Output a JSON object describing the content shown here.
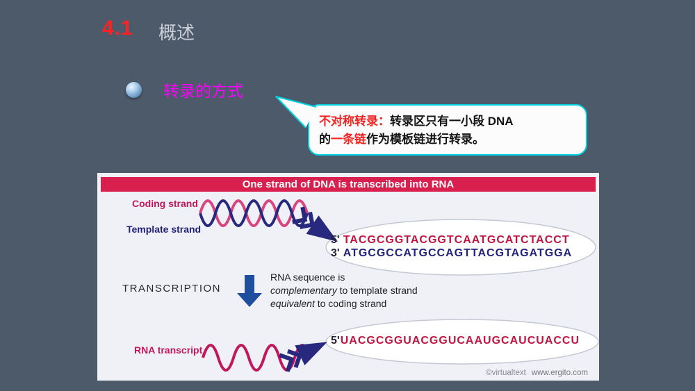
{
  "colors": {
    "slide_background": "#4d5a6a",
    "accent_red": "#ff2222",
    "bullet_magenta": "#ff00ff",
    "callout_border_cyan": "#00d2e0",
    "banner_red": "#d81f4d",
    "sequence_red": "#c21440",
    "sequence_navy": "#22227e",
    "arrow_blue": "#1e4f9e"
  },
  "header": {
    "section_number": "4.1",
    "section_title": "概述"
  },
  "bullet": {
    "label": "转录的方式"
  },
  "callout": {
    "line1_red": "不对称转录：",
    "line1_text": "转录区只有一小段 DNA",
    "line2_text1": "的",
    "line2_red": "一条链",
    "line2_text2": "作为模板链进行转录。"
  },
  "diagram": {
    "banner_title": "One strand of DNA is transcribed into RNA",
    "coding_strand_label": "Coding strand",
    "template_strand_label": "Template strand",
    "dna_top_prefix": "5'",
    "dna_top_sequence": "TACGCGGTACGGTCAATGCATCTACCT",
    "dna_bottom_prefix": "3'",
    "dna_bottom_sequence": "ATGCGCCATGCCAGTTACGTAGATGGA",
    "transcription_label": "TRANSCRIPTION",
    "rna_note_line1": "RNA sequence is",
    "rna_note_italic1": "complementary",
    "rna_note_rest1": " to template strand",
    "rna_note_italic2": "equivalent",
    "rna_note_rest2": " to coding strand",
    "rna_transcript_label": "RNA transcript",
    "rna_prefix": "5'",
    "rna_sequence": "UACGCGGUACGGUCAAUGCAUCUACCU",
    "credit_left": "©virtualtext",
    "credit_right": "www.ergito.com"
  }
}
